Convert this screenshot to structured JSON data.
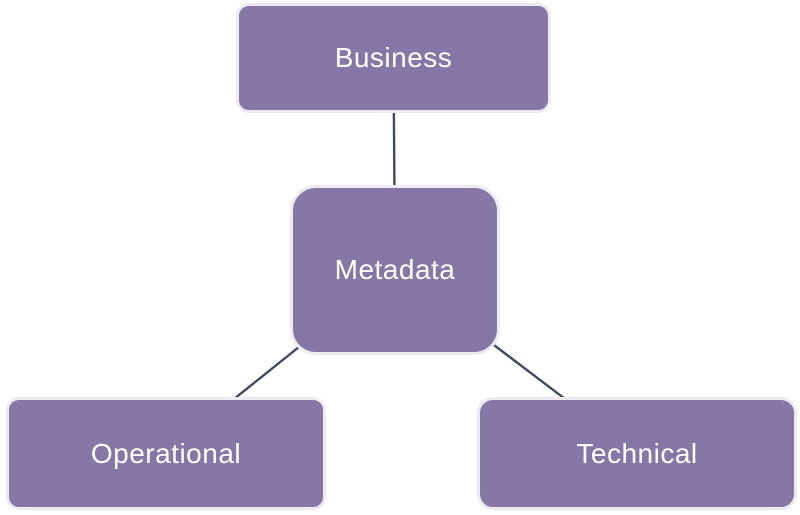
{
  "diagram": {
    "type": "hierarchy",
    "nodes": [
      {
        "id": "business",
        "label": "Business"
      },
      {
        "id": "metadata",
        "label": "Metadata"
      },
      {
        "id": "operational",
        "label": "Operational"
      },
      {
        "id": "technical",
        "label": "Technical"
      }
    ],
    "edges": [
      {
        "from": "business",
        "to": "metadata"
      },
      {
        "from": "metadata",
        "to": "operational"
      },
      {
        "from": "metadata",
        "to": "technical"
      }
    ],
    "colors": {
      "node_fill": "#8677A7",
      "node_border": "#EDEAF2",
      "node_text": "#FFFFFF",
      "connector": "#414A5F",
      "background": "#FFFFFF"
    }
  }
}
